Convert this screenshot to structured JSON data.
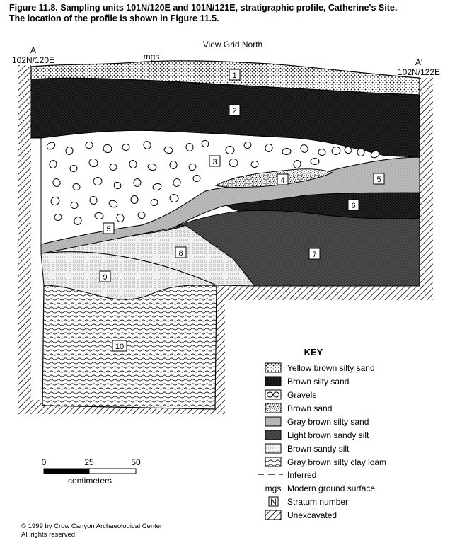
{
  "caption": {
    "line1": "Figure 11.8.  Sampling units 101N/120E and 101N/121E, stratigraphic profile, Catherine's Site.",
    "line2": "The location of the profile is shown in Figure 11.5."
  },
  "profile": {
    "view_label": "View Grid North",
    "left_point": "A",
    "left_grid": "102N/120E",
    "right_point": "A'",
    "right_grid": "102N/122E",
    "mgs_label": "mgs"
  },
  "strata": [
    "1",
    "2",
    "3",
    "4",
    "5",
    "5",
    "6",
    "7",
    "8",
    "9",
    "10"
  ],
  "key": {
    "title": "KEY",
    "items": [
      {
        "pattern": "yellow-brown-silty-sand",
        "label": "Yellow brown silty sand"
      },
      {
        "pattern": "brown-silty-sand",
        "label": "Brown silty sand"
      },
      {
        "pattern": "gravels",
        "label": "Gravels"
      },
      {
        "pattern": "brown-sand",
        "label": "Brown sand"
      },
      {
        "pattern": "gray-brown-silty-sand",
        "label": "Gray brown silty sand"
      },
      {
        "pattern": "light-brown-sandy-silt",
        "label": "Light brown sandy silt"
      },
      {
        "pattern": "brown-sandy-silt",
        "label": "Brown sandy silt"
      },
      {
        "pattern": "gray-brown-silty-clay-loam",
        "label": "Gray brown silty clay loam"
      }
    ],
    "inferred_label": "Inferred",
    "mgs_abbrev": "mgs",
    "mgs_label": "Modern ground surface",
    "stratum_symbol": "N",
    "stratum_label": "Stratum number",
    "unexcavated_label": "Unexcavated"
  },
  "scale": {
    "tick0": "0",
    "tick1": "25",
    "tick2": "50",
    "unit": "centimeters"
  },
  "copyright": {
    "line1": "© 1999 by Crow Canyon Archaeological Center",
    "line2": "All rights reserved"
  }
}
